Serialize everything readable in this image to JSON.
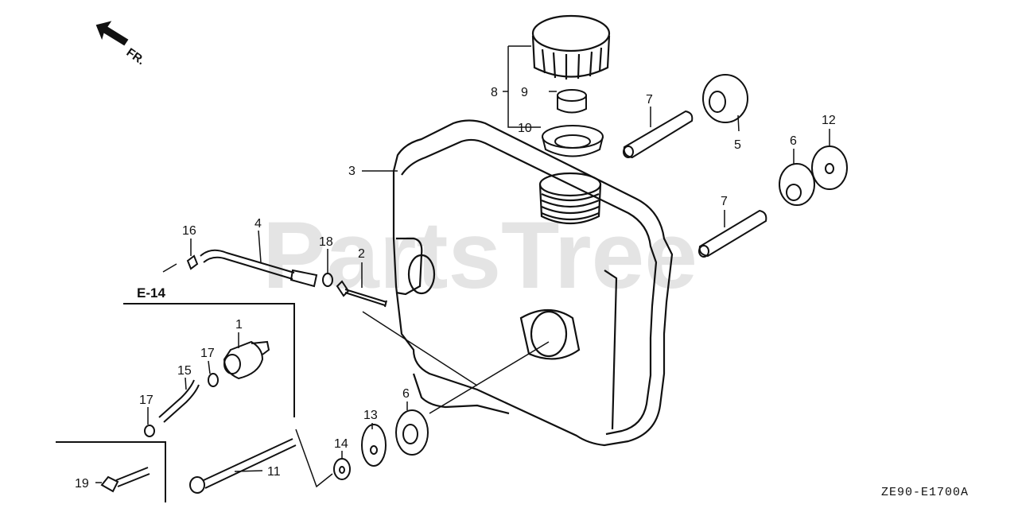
{
  "watermark": "PartsTree",
  "direction_label": "FR.",
  "ref_label": "E-14",
  "diagram_code": "ZE90-E1700A",
  "callouts": {
    "c1": "1",
    "c2": "2",
    "c3": "3",
    "c4": "4",
    "c5": "5",
    "c6a": "6",
    "c6b": "6",
    "c7a": "7",
    "c7b": "7",
    "c8": "8",
    "c9": "9",
    "c10": "10",
    "c11": "11",
    "c12": "12",
    "c13": "13",
    "c14": "14",
    "c15": "15",
    "c16": "16",
    "c17a": "17",
    "c17b": "17",
    "c18": "18",
    "c19": "19"
  },
  "colors": {
    "line": "#111111",
    "watermark": "#cfcfcf"
  }
}
